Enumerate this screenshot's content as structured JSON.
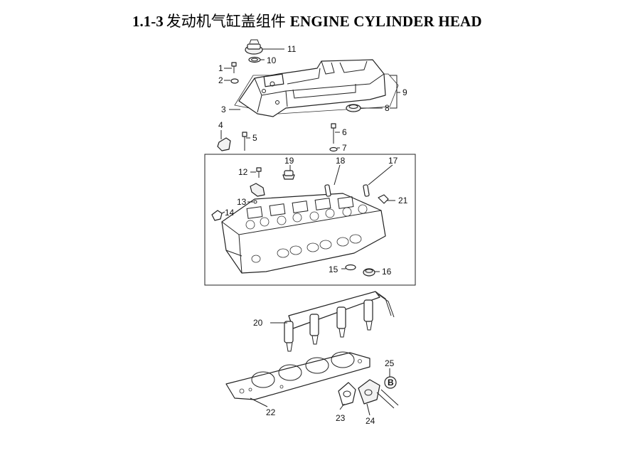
{
  "title": {
    "code": "1.1-3",
    "chinese": "发动机气缸盖组件",
    "english": "ENGINE CYLINDER HEAD"
  },
  "callouts": [
    "1",
    "2",
    "3",
    "4",
    "5",
    "6",
    "7",
    "8",
    "9",
    "10",
    "11",
    "12",
    "13",
    "14",
    "15",
    "16",
    "17",
    "18",
    "19",
    "20",
    "21",
    "22",
    "23",
    "24",
    "25"
  ],
  "marker": "B"
}
